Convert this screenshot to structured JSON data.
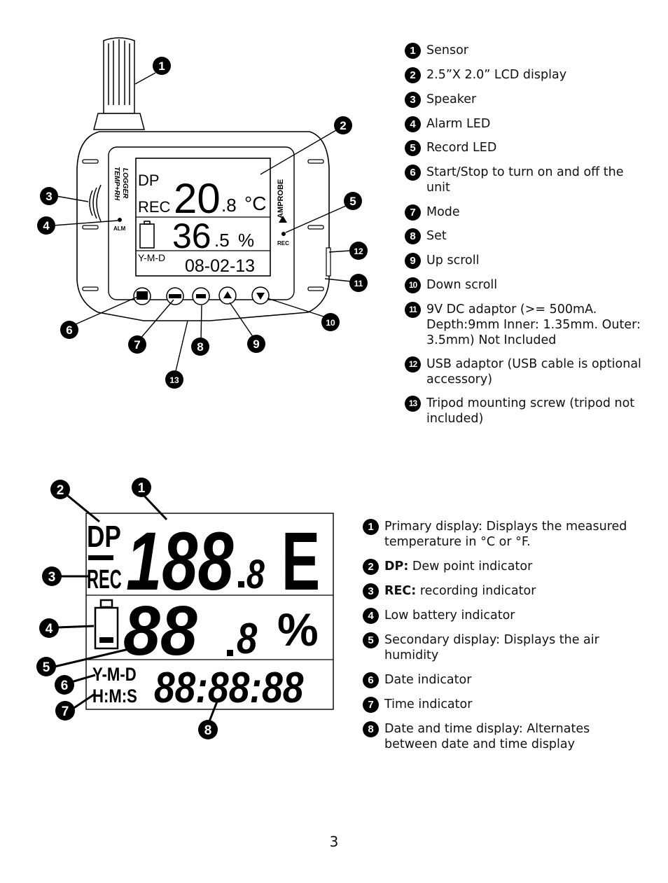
{
  "device": {
    "side_text_1": "TEMP+RH",
    "side_text_2": "LOGGER",
    "brand": "AMPROBE",
    "alarm_label": "ALM",
    "rec_led_label": "REC",
    "lcd": {
      "dp": "DP",
      "rec": "REC",
      "temp_major": "20",
      "temp_minor": ".8",
      "temp_unit": "°C",
      "hum_major": "36",
      "hum_minor": ".5",
      "hum_unit": "%",
      "date_label": "Y-M-D",
      "date_value": "08-02-13"
    },
    "buttons": [
      "START STOP",
      "MODE",
      "SET",
      "up",
      "down"
    ],
    "callouts": [
      "1",
      "2",
      "3",
      "4",
      "5",
      "6",
      "7",
      "8",
      "9",
      "10",
      "11",
      "12",
      "13"
    ]
  },
  "legend_top": [
    {
      "num": "1",
      "text": "Sensor"
    },
    {
      "num": "2",
      "text": "2.5”X 2.0” LCD display"
    },
    {
      "num": "3",
      "text": "Speaker"
    },
    {
      "num": "4",
      "text": "Alarm LED"
    },
    {
      "num": "5",
      "text": "Record LED"
    },
    {
      "num": "6",
      "text": "Start/Stop to turn on and off the unit"
    },
    {
      "num": "7",
      "text": "Mode"
    },
    {
      "num": "8",
      "text": "Set"
    },
    {
      "num": "9",
      "text": "Up scroll"
    },
    {
      "num": "10",
      "text": "Down scroll"
    },
    {
      "num": "11",
      "text": "9V DC adaptor (>= 500mA. Depth:9mm Inner: 1.35mm. Outer: 3.5mm) Not Included"
    },
    {
      "num": "12",
      "text": "USB adaptor (USB cable is optional accessory)"
    },
    {
      "num": "13",
      "text": "Tripod mounting screw (tripod not included)"
    }
  ],
  "lcd_diagram": {
    "dp": "DP",
    "rec": "REC",
    "primary_digits": "188",
    "primary_decimal": "8",
    "primary_unit": "E",
    "secondary_digits": "88",
    "secondary_decimal": "8",
    "percent": "%",
    "ymd": "Y-M-D",
    "hms": "H:M:S",
    "time_digits": "88:88:88",
    "callouts": [
      "1",
      "2",
      "3",
      "4",
      "5",
      "6",
      "7",
      "8"
    ]
  },
  "legend_bottom": [
    {
      "num": "1",
      "bold": "",
      "text": "Primary display: Displays the measured temperature in °C or °F."
    },
    {
      "num": "2",
      "bold": "DP:",
      "text": " Dew point indicator"
    },
    {
      "num": "3",
      "bold": "REC:",
      "text": " recording indicator"
    },
    {
      "num": "4",
      "bold": "",
      "text": "Low battery indicator"
    },
    {
      "num": "5",
      "bold": "",
      "text": "Secondary display: Displays the air humidity"
    },
    {
      "num": "6",
      "bold": "",
      "text": "Date indicator"
    },
    {
      "num": "7",
      "bold": "",
      "text": "Time indicator"
    },
    {
      "num": "8",
      "bold": "",
      "text": "Date and time display: Alternates between date and time display"
    }
  ],
  "page_number": "3"
}
